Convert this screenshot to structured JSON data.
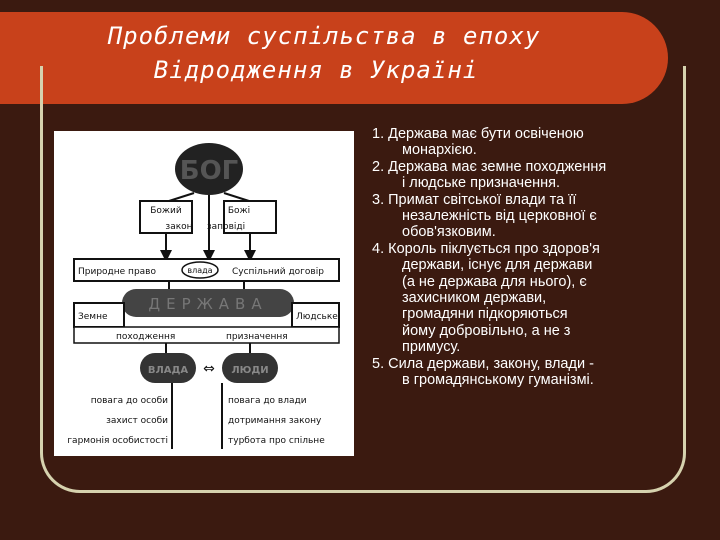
{
  "title": {
    "line1": "Проблеми суспільства в епоху",
    "line2": "Відродження в Україні"
  },
  "diagram": {
    "top_node": "БОГ",
    "box_left_line1": "Божий",
    "box_left_line2": "закон",
    "box_right_line1": "Божі",
    "box_right_line2": "заповіді",
    "row_left": "Природне право",
    "row_mid": "влада",
    "row_right": "Суспільний договір",
    "state_node": "ДЕРЖАВА",
    "earth_left": "Земне",
    "earth_left2": "походження",
    "earth_right": "Людське",
    "earth_right2": "призначення",
    "node_power": "ВЛАДА",
    "node_people": "ЛЮДИ",
    "list_left": [
      "повага до особи",
      "захист особи",
      "гармонія особистості"
    ],
    "list_right": [
      "повага до влади",
      "дотримання закону",
      "турбота про спільне"
    ]
  },
  "points": [
    {
      "first": "1. Держава має бути освіченою",
      "rest": [
        "монархією."
      ]
    },
    {
      "first": "2. Держава має земне походження",
      "rest": [
        "і людське призначення."
      ]
    },
    {
      "first": "3. Примат світської влади та її",
      "rest": [
        "незалежність від церковної є",
        "обов'язковим."
      ]
    },
    {
      "first": "4. Король піклується про здоров'я",
      "rest": [
        "держави, існує для держави",
        "(а не держава для нього), є",
        "захисником держави,",
        "громадяни підкоряються",
        "йому добровільно, а не з",
        "примусу."
      ]
    },
    {
      "first": "5. Сила держави, закону, влади  -",
      "rest": [
        "в громадянському гуманізмі."
      ]
    }
  ],
  "colors": {
    "background": "#3b1a10",
    "banner": "#c8411b",
    "frame": "#d6d2ae",
    "text": "#ffffff"
  }
}
